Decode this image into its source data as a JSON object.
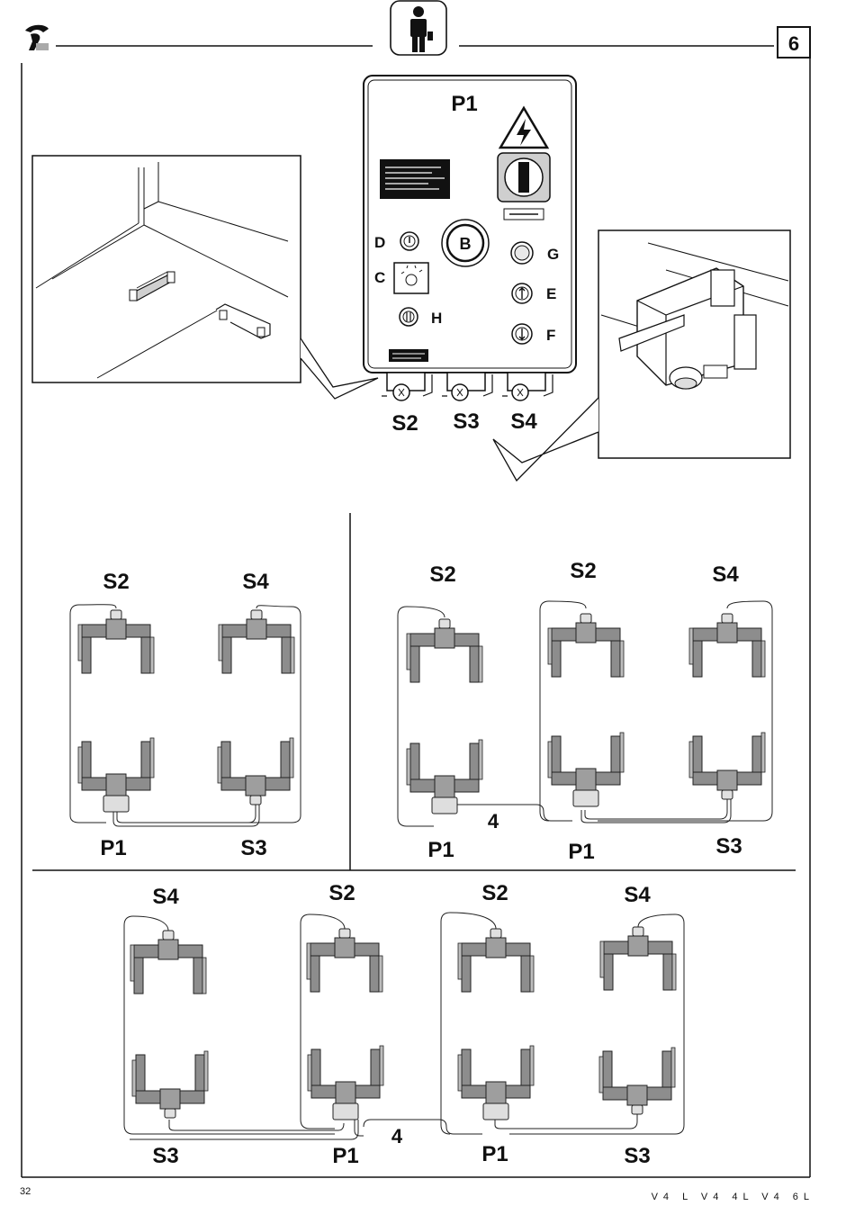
{
  "header": {
    "step_number": "6"
  },
  "panel": {
    "title": "P1",
    "controls": {
      "D": "D",
      "C": "C",
      "H": "H",
      "B": "B",
      "G": "G",
      "E": "E",
      "F": "F"
    },
    "outputs": [
      "S2",
      "S3",
      "S4"
    ]
  },
  "layout_a": {
    "top_left": "S2",
    "top_right": "S4",
    "bottom_left": "P1",
    "bottom_right": "S3"
  },
  "layout_b": {
    "t1": "S2",
    "t2": "S2",
    "t3": "S4",
    "b1": "P1",
    "b2": "P1",
    "b3": "S3",
    "link": "4"
  },
  "layout_c": {
    "t1": "S4",
    "t2": "S2",
    "t3": "S2",
    "t4": "S4",
    "b1": "S3",
    "b2": "P1",
    "b3": "P1",
    "b4": "S3",
    "link": "4"
  },
  "footer": {
    "page_number": "32",
    "models": "V4 L   V4 4L   V4 6L"
  }
}
